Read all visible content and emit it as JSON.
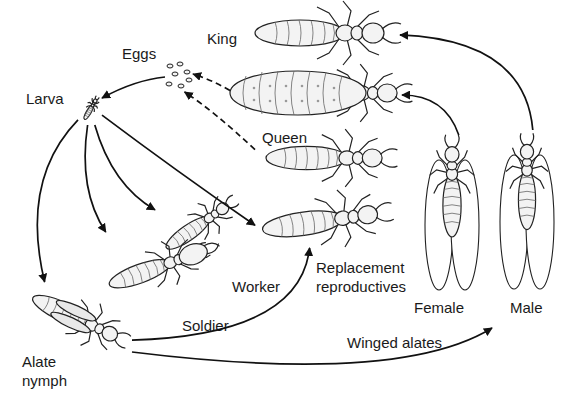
{
  "diagram": {
    "nodes": [
      {
        "text": [
          "King"
        ]
      },
      {
        "text": [
          "Eggs"
        ]
      },
      {
        "text": [
          "Larva"
        ]
      },
      {
        "text": [
          "Queen"
        ]
      },
      {
        "text": [
          "Replacement reproductives"
        ]
      },
      {
        "text": [
          "Female"
        ]
      },
      {
        "text": [
          "Male"
        ]
      },
      {
        "text": [
          "Worker"
        ]
      },
      {
        "text": [
          "Soldier"
        ]
      },
      {
        "text": [
          "Alate nymph"
        ]
      }
    ],
    "edges": [
      {
        "from": 1,
        "to": 2,
        "arrow": "to"
      },
      {
        "from": 3,
        "to": 1,
        "arrow": "to"
      },
      {
        "from": 4,
        "to": 1,
        "arrow": "to"
      },
      {
        "from": 2,
        "to": 9,
        "arrow": "to"
      },
      {
        "from": 2,
        "to": 8,
        "arrow": "to"
      },
      {
        "from": 2,
        "to": 7,
        "arrow": "to"
      },
      {
        "from": 2,
        "to": 4,
        "arrow": "to"
      },
      {
        "from": 9,
        "to": 4,
        "arrow": "to"
      },
      {
        "from": 9,
        "to": 6,
        "label": "Winged alates",
        "arrow": "to"
      },
      {
        "from": 5,
        "to": 3,
        "arrow": "to"
      },
      {
        "from": 6,
        "to": 0,
        "arrow": "to"
      }
    ]
  }
}
